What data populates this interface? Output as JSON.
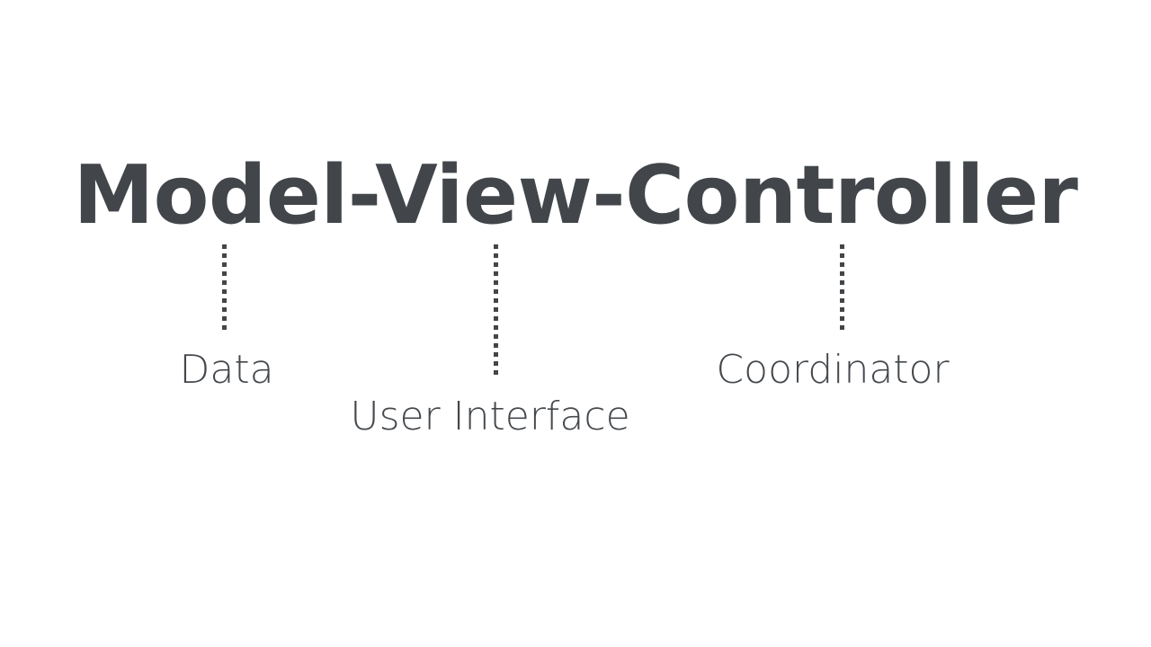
{
  "slide": {
    "background_color": "#ffffff",
    "text_color": "#42464a"
  },
  "title": {
    "text": "Model-View-Controller"
  },
  "connectors": [
    {
      "name": "connector-model",
      "color": "#42464a",
      "style": "dotted"
    },
    {
      "name": "connector-view",
      "color": "#42464a",
      "style": "dotted"
    },
    {
      "name": "connector-controller",
      "color": "#42464a",
      "style": "dotted"
    }
  ],
  "labels": [
    {
      "term": "Model",
      "text": "Data"
    },
    {
      "term": "View",
      "text": "User Interface"
    },
    {
      "term": "Controller",
      "text": "Coordinator"
    }
  ]
}
